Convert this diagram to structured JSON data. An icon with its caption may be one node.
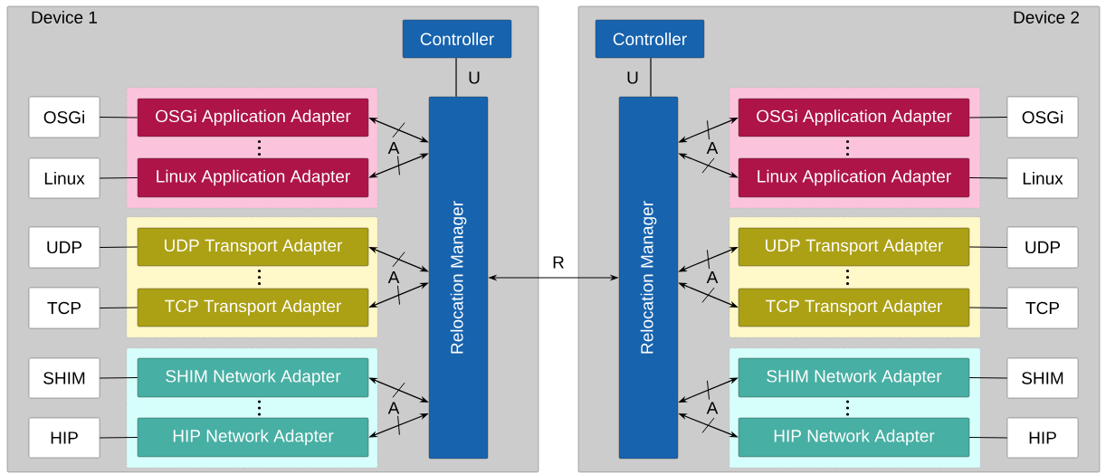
{
  "diagram": {
    "nodes": [
      {
        "text": [
          "Device 1"
        ]
      },
      {
        "text": [
          "Controller"
        ],
        "in": 0
      },
      {
        "text": [
          "Relocation Manager"
        ],
        "in": 0
      },
      {
        "text": [],
        "shape": "box",
        "in": 0
      },
      {
        "text": [
          "OSGi Application Adapter"
        ],
        "in": 3
      },
      {
        "text": [
          "Linux Application Adapter"
        ],
        "in": 3
      },
      {
        "text": [],
        "shape": "box",
        "in": 0
      },
      {
        "text": [
          "UDP Transport Adapter"
        ],
        "in": 6
      },
      {
        "text": [
          "TCP Transport Adapter"
        ],
        "in": 6
      },
      {
        "text": [],
        "shape": "box",
        "in": 0
      },
      {
        "text": [
          "SHIM Network Adapter"
        ],
        "in": 9
      },
      {
        "text": [
          "HIP Network Adapter"
        ],
        "in": 9
      },
      {
        "text": [
          "OSGi"
        ],
        "in": 0
      },
      {
        "text": [
          "Linux"
        ],
        "in": 0
      },
      {
        "text": [
          "UDP"
        ],
        "in": 0
      },
      {
        "text": [
          "TCP"
        ],
        "in": 0
      },
      {
        "text": [
          "SHIM"
        ],
        "in": 0
      },
      {
        "text": [
          "HIP"
        ],
        "in": 0
      },
      {
        "text": [
          "Device 2"
        ]
      },
      {
        "text": [
          "Controller"
        ],
        "in": 18
      },
      {
        "text": [
          "Relocation Manager"
        ],
        "in": 18
      },
      {
        "text": [],
        "shape": "box",
        "in": 18
      },
      {
        "text": [
          "OSGi Application Adapter"
        ],
        "in": 21
      },
      {
        "text": [
          "Linux Application Adapter"
        ],
        "in": 21
      },
      {
        "text": [],
        "shape": "box",
        "in": 18
      },
      {
        "text": [
          "UDP Transport Adapter"
        ],
        "in": 24
      },
      {
        "text": [
          "TCP Transport Adapter"
        ],
        "in": 24
      },
      {
        "text": [],
        "shape": "box",
        "in": 18
      },
      {
        "text": [
          "SHIM Network Adapter"
        ],
        "in": 27
      },
      {
        "text": [
          "HIP Network Adapter"
        ],
        "in": 27
      },
      {
        "text": [
          "OSGi"
        ],
        "in": 18
      },
      {
        "text": [
          "Linux"
        ],
        "in": 18
      },
      {
        "text": [
          "UDP"
        ],
        "in": 18
      },
      {
        "text": [
          "TCP"
        ],
        "in": 18
      },
      {
        "text": [
          "SHIM"
        ],
        "in": 18
      },
      {
        "text": [
          "HIP"
        ],
        "in": 18
      }
    ],
    "edges": [
      {
        "from": 1,
        "to": 2,
        "arrow": "none",
        "label": "U"
      },
      {
        "from": 12,
        "to": 4,
        "arrow": "none"
      },
      {
        "from": 13,
        "to": 5,
        "arrow": "none"
      },
      {
        "from": 14,
        "to": 7,
        "arrow": "none"
      },
      {
        "from": 15,
        "to": 8,
        "arrow": "none"
      },
      {
        "from": 16,
        "to": 10,
        "arrow": "none"
      },
      {
        "from": 17,
        "to": 11,
        "arrow": "none"
      },
      {
        "from": 4,
        "to": 2,
        "arrow": "both",
        "label": "A"
      },
      {
        "from": 5,
        "to": 2,
        "arrow": "both"
      },
      {
        "from": 7,
        "to": 2,
        "arrow": "both",
        "label": "A"
      },
      {
        "from": 8,
        "to": 2,
        "arrow": "both"
      },
      {
        "from": 10,
        "to": 2,
        "arrow": "both",
        "label": "A"
      },
      {
        "from": 11,
        "to": 2,
        "arrow": "both"
      },
      {
        "from": 19,
        "to": 20,
        "arrow": "none",
        "label": "U"
      },
      {
        "from": 30,
        "to": 22,
        "arrow": "none"
      },
      {
        "from": 31,
        "to": 23,
        "arrow": "none"
      },
      {
        "from": 32,
        "to": 25,
        "arrow": "none"
      },
      {
        "from": 33,
        "to": 26,
        "arrow": "none"
      },
      {
        "from": 34,
        "to": 28,
        "arrow": "none"
      },
      {
        "from": 35,
        "to": 29,
        "arrow": "none"
      },
      {
        "from": 22,
        "to": 20,
        "arrow": "both",
        "label": "A"
      },
      {
        "from": 23,
        "to": 20,
        "arrow": "both"
      },
      {
        "from": 25,
        "to": 20,
        "arrow": "both",
        "label": "A"
      },
      {
        "from": 26,
        "to": 20,
        "arrow": "both"
      },
      {
        "from": 28,
        "to": 20,
        "arrow": "both",
        "label": "A"
      },
      {
        "from": 29,
        "to": 20,
        "arrow": "both"
      },
      {
        "from": 2,
        "to": 20,
        "arrow": "both",
        "label": "R"
      }
    ]
  }
}
